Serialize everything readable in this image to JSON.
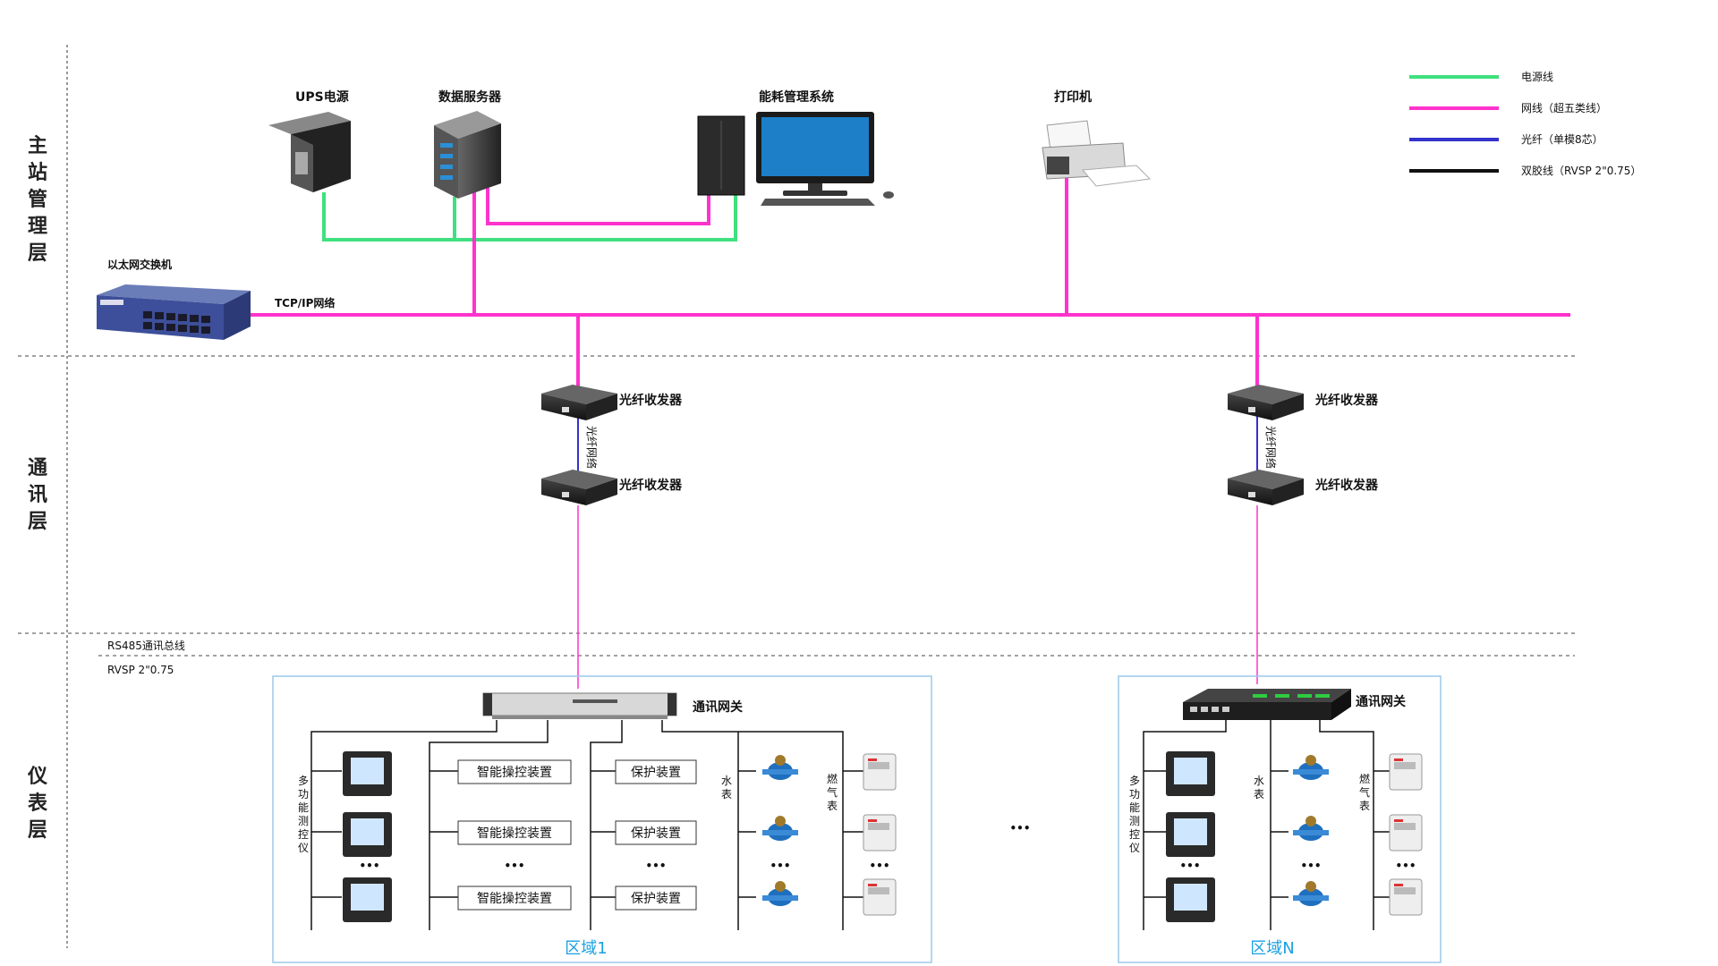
{
  "layers": {
    "station": [
      "主",
      "站",
      "管",
      "理",
      "层"
    ],
    "comm": [
      "通",
      "讯",
      "层"
    ],
    "meter": [
      "仪",
      "表",
      "层"
    ]
  },
  "legend": [
    {
      "label": "电源线",
      "color": "#3fe07f"
    },
    {
      "label": "网线（超五类线）",
      "color": "#ff33cc"
    },
    {
      "label": "光纤（单模8芯）",
      "color": "#3333cc"
    },
    {
      "label": "双胶线（RVSP 2\"0.75）",
      "color": "#111111"
    }
  ],
  "devices": {
    "ups": "UPS电源",
    "server": "数据服务器",
    "energy": "能耗管理系统",
    "printer": "打印机",
    "switch": "以太网交换机",
    "tcpip": "TCP/IP网络",
    "fiber_tx": "光纤收发器",
    "fiber_net": "光纤网络",
    "gateway": "通讯网关",
    "rs485": "RS485通讯总线",
    "rvsp": "RVSP 2\"0.75"
  },
  "zone1": {
    "name": "区域1",
    "meter_label": [
      "多",
      "功",
      "能",
      "测",
      "控",
      "仪"
    ],
    "water_label": [
      "水",
      "表"
    ],
    "gas_label": [
      "燃",
      "气",
      "表"
    ],
    "smart": "智能操控装置",
    "protect": "保护装置",
    "dots": "•••"
  },
  "zoneN": {
    "name": "区域N",
    "meter_label": [
      "多",
      "功",
      "能",
      "测",
      "控",
      "仪"
    ],
    "water_label": [
      "水",
      "表"
    ],
    "gas_label": [
      "燃",
      "气",
      "表"
    ],
    "dots": "•••"
  },
  "middle_dots": "•••",
  "colors": {
    "power": "#3fe07f",
    "net": "#ff33cc",
    "fiber": "#3333cc",
    "twisted": "#111111",
    "zone": "#1aa0e0"
  }
}
